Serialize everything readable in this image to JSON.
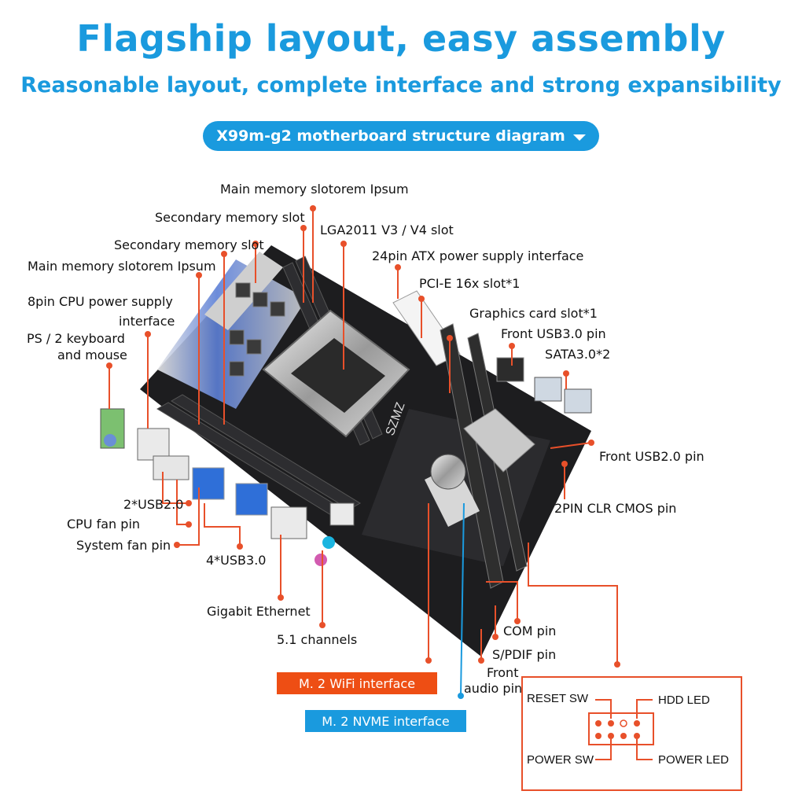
{
  "header": {
    "title": "Flagship layout, easy assembly",
    "subtitle": "Reasonable layout, complete interface and strong expansibility",
    "pill_label": "X99m-g2 motherboard structure diagram"
  },
  "labels": {
    "main_memory_top": "Main memory slotorem Ipsum",
    "secondary_memory_1": "Secondary memory slot",
    "lga_slot": "LGA2011 V3 / V4 slot",
    "secondary_memory_2": "Secondary memory slot",
    "atx_power": "24pin ATX power supply interface",
    "main_memory_left": "Main memory slotorem Ipsum",
    "pcie_slot": "PCI-E 16x slot*1",
    "cpu_power_1": "8pin CPU power supply",
    "cpu_power_2": "interface",
    "graphics_slot": "Graphics card slot*1",
    "ps2_1": "PS / 2 keyboard",
    "ps2_2": "and mouse",
    "front_usb3": "Front USB3.0 pin",
    "sata": "SATA3.0*2",
    "front_usb2": "Front USB2.0 pin",
    "clr_cmos": "2PIN CLR CMOS pin",
    "usb2": "2*USB2.0",
    "cpu_fan": "CPU fan pin",
    "system_fan": "System fan pin",
    "usb3": "4*USB3.0",
    "ethernet": "Gigabit Ethernet",
    "channels": "5.1 channels",
    "com_pin": "COM pin",
    "spdif_pin": "S/PDIF pin",
    "front_audio_1": "Front",
    "front_audio_2": "audio pin",
    "wifi_box": "M. 2 WiFi interface",
    "nvme_box": "M. 2 NVME interface",
    "board_logo": "SZMZ"
  },
  "front_panel": {
    "reset_sw": "RESET SW",
    "hdd_led": "HDD  LED",
    "power_sw": "POWER SW",
    "power_led": "POWER LED"
  },
  "colors": {
    "accent_blue": "#1a9ade",
    "accent_orange": "#ee4e14",
    "board": "#1d1d1f"
  }
}
